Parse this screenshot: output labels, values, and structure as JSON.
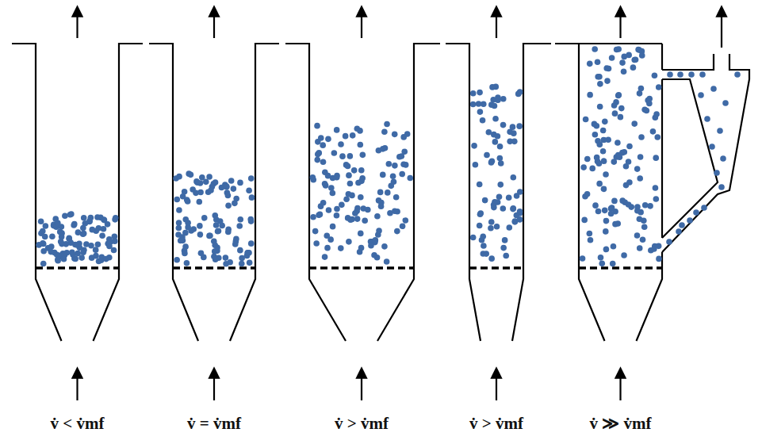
{
  "diagram": {
    "labels": [
      "v̇ < v̇mf",
      "v̇ = v̇mf",
      "v̇ > v̇mf",
      "v̇ > v̇mf",
      "v̇ ≫ v̇mf"
    ]
  }
}
